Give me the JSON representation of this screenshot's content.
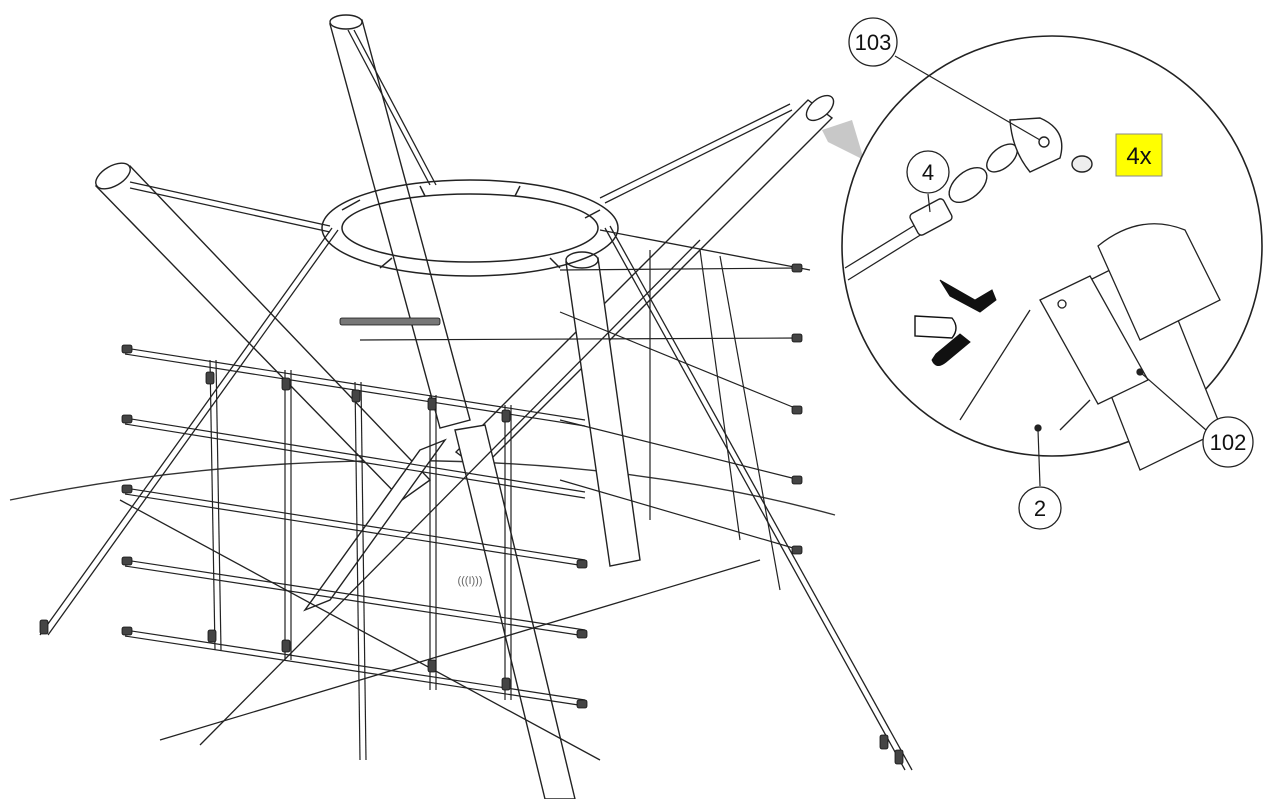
{
  "callouts": {
    "part_103": "103",
    "part_4": "4",
    "part_102": "102",
    "part_2": "2"
  },
  "quantity": "4x",
  "center_mark": "(((I)))",
  "colors": {
    "line": "#222222",
    "highlight": "#ffff00",
    "leader_shade": "#c8c8c8"
  },
  "icons": [
    "hand-wrench-icon"
  ]
}
